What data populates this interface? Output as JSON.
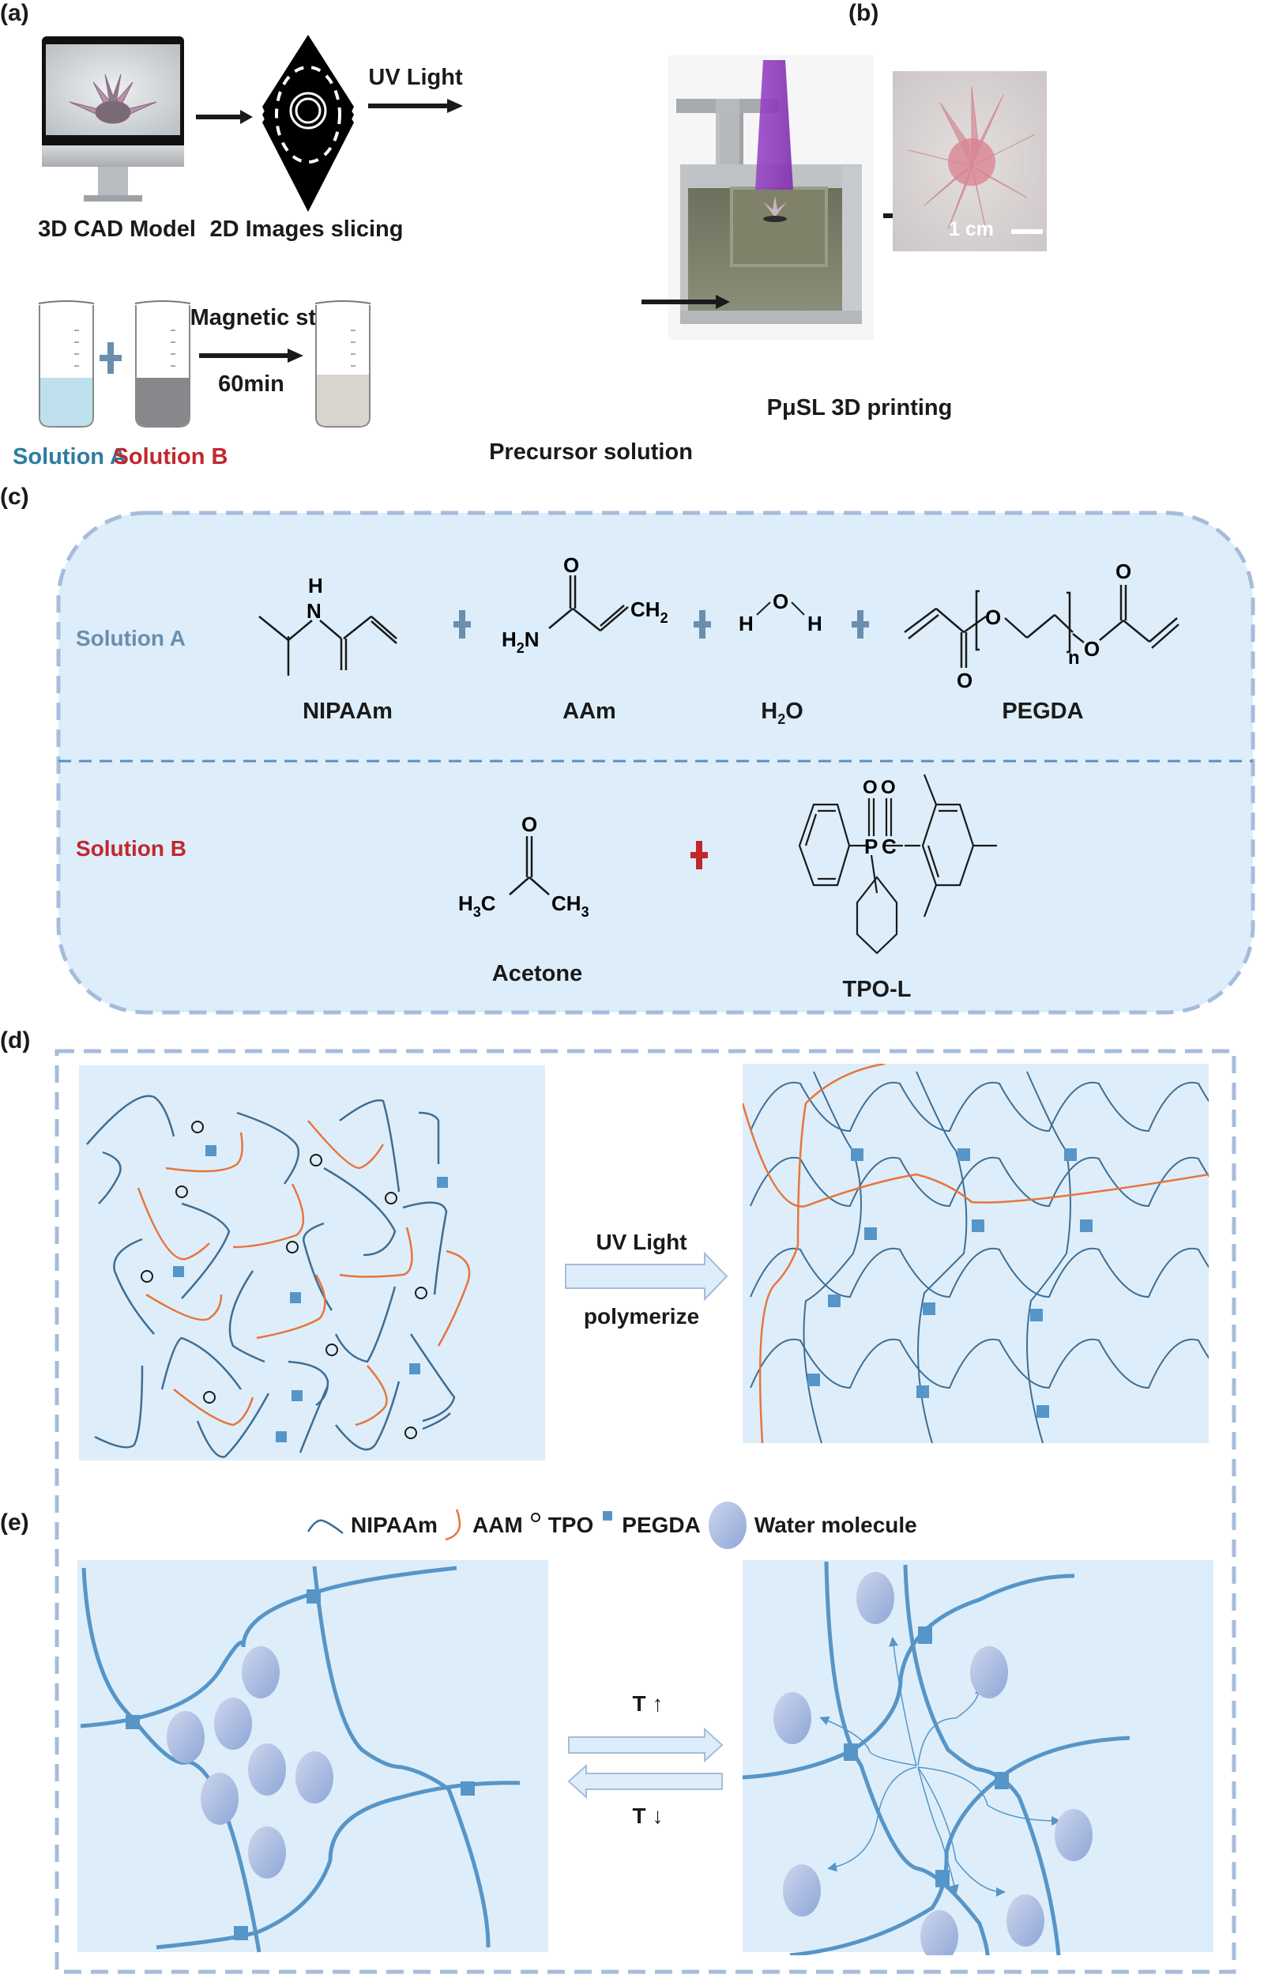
{
  "panels": {
    "a": {
      "label": "(a)",
      "steps": {
        "cad": "3D CAD Model",
        "slicing": "2D Images slicing",
        "uv_light": "UV Light",
        "printing": "PμSL 3D printing",
        "stir": "Magnetic stir",
        "stir_time": "60min",
        "solution_a": "Solution A",
        "solution_b": "Solution B",
        "precursor": "Precursor solution",
        "plus": "+"
      }
    },
    "b": {
      "label": "(b)",
      "scale_bar": "1 cm"
    },
    "c": {
      "label": "(c)",
      "solution_a": {
        "label": "Solution A",
        "compounds": [
          "NIPAAm",
          "AAm",
          "H2O",
          "PEGDA"
        ]
      },
      "solution_b": {
        "label": "Solution B",
        "compounds": [
          "Acetone",
          "TPO-L"
        ]
      },
      "atoms": {
        "H": "H",
        "N": "N",
        "O": "O",
        "P": "P",
        "C": "C",
        "H2N": "H2N",
        "CH2": "CH2",
        "H3C": "H3C",
        "CH3": "CH3",
        "n": "n",
        "sub2": "2",
        "sub3": "3"
      }
    },
    "d": {
      "label": "(d)",
      "arrow_top": "UV Light",
      "arrow_bottom": "polymerize"
    },
    "e": {
      "label": "(e)",
      "legend": [
        "NIPAAm",
        "AAM",
        "TPO",
        "PEGDA",
        "Water molecule"
      ],
      "arrow_forward": "T ↑",
      "arrow_backward": "T ↓"
    }
  },
  "colors": {
    "nipaam": "#3f6d94",
    "aam": "#e8743b",
    "pegda": "#5695c8",
    "panel_bg": "#ddeefa",
    "dash": "#a6bcdc",
    "solution_a": "#2e7ca3",
    "solution_b": "#c1272d",
    "plus_a": "#6b8eae"
  }
}
